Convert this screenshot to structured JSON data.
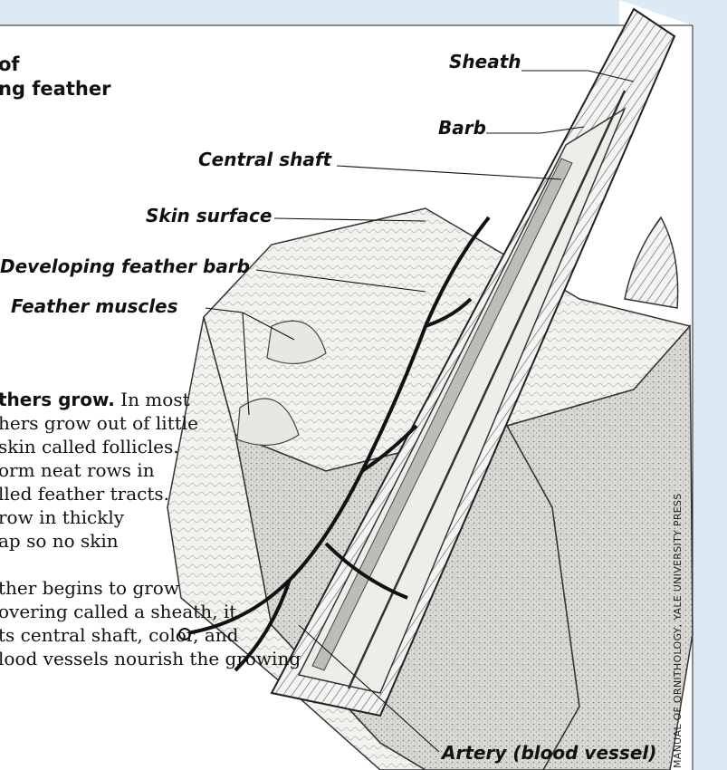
{
  "title_lines": [
    "of",
    "ng feather"
  ],
  "labels": {
    "sheath": "Sheath",
    "barb": "Barb",
    "central_shaft": "Central shaft",
    "skin_surface": "Skin surface",
    "developing_barb": "Developing feather barb",
    "feather_muscles": "Feather muscles",
    "artery": "Artery (blood vessel)"
  },
  "body_text": {
    "lead": "thers grow.",
    "l1": " In most",
    "l2": "hers grow out of little",
    "l3": "skin called follicles.",
    "l4": "orm neat rows in",
    "l5": "lled feather tracts.",
    "l6": "row in thickly",
    "l7": "ap so no skin",
    "l8": "ther begins to grow",
    "l9": "overing called a sheath, it",
    "l10": "ts central shaft, color, and",
    "l11": "lood vessels nourish the growing"
  },
  "credit": "MANUAL OF ORNITHOLOGY, YALE UNIVERSITY PRESS",
  "colors": {
    "background": "#dde9f5",
    "panel": "#ffffff",
    "ink": "#111111"
  }
}
